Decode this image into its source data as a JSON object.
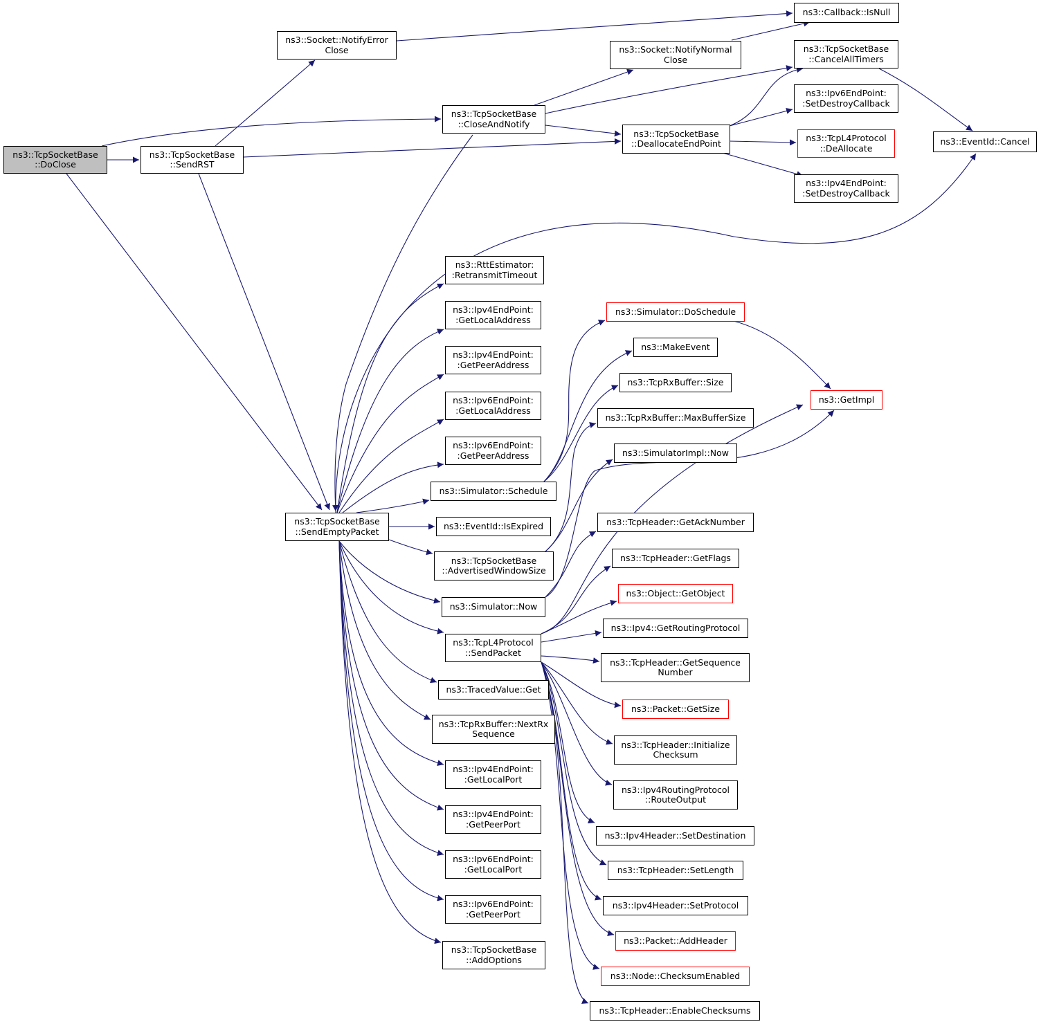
{
  "colors": {
    "edge": "#191970",
    "border": "#000000",
    "incomplete_border": "#ff0000",
    "root_fill": "#bfbfbf"
  },
  "nodes": [
    {
      "id": "doclose",
      "lines": [
        "ns3::TcpSocketBase",
        "::DoClose"
      ]
    },
    {
      "id": "sendrst",
      "lines": [
        "ns3::TcpSocketBase",
        "::SendRST"
      ]
    },
    {
      "id": "notifyerrorclose",
      "lines": [
        "ns3::Socket::NotifyError",
        "Close"
      ]
    },
    {
      "id": "isnull",
      "lines": [
        "ns3::Callback::IsNull"
      ]
    },
    {
      "id": "notifynormalclose",
      "lines": [
        "ns3::Socket::NotifyNormal",
        "Close"
      ]
    },
    {
      "id": "closeandnotify",
      "lines": [
        "ns3::TcpSocketBase",
        "::CloseAndNotify"
      ]
    },
    {
      "id": "cancelalltimers",
      "lines": [
        "ns3::TcpSocketBase",
        "::CancelAllTimers"
      ]
    },
    {
      "id": "ipv6setdestroy",
      "lines": [
        "ns3::Ipv6EndPoint:",
        ":SetDestroyCallback"
      ]
    },
    {
      "id": "deallocateendpoint",
      "lines": [
        "ns3::TcpSocketBase",
        "::DeallocateEndPoint"
      ]
    },
    {
      "id": "tcpl4deallocate",
      "lines": [
        "ns3::TcpL4Protocol",
        "::DeAllocate"
      ]
    },
    {
      "id": "eventidcancel",
      "lines": [
        "ns3::EventId::Cancel"
      ]
    },
    {
      "id": "ipv4setdestroy",
      "lines": [
        "ns3::Ipv4EndPoint:",
        ":SetDestroyCallback"
      ]
    },
    {
      "id": "retransmittimeout",
      "lines": [
        "ns3::RttEstimator:",
        ":RetransmitTimeout"
      ]
    },
    {
      "id": "ipv4getlocaladdress",
      "lines": [
        "ns3::Ipv4EndPoint:",
        ":GetLocalAddress"
      ]
    },
    {
      "id": "ipv4getpeeraddress",
      "lines": [
        "ns3::Ipv4EndPoint:",
        ":GetPeerAddress"
      ]
    },
    {
      "id": "ipv6getlocaladdress",
      "lines": [
        "ns3::Ipv6EndPoint:",
        ":GetLocalAddress"
      ]
    },
    {
      "id": "ipv6getpeeraddress",
      "lines": [
        "ns3::Ipv6EndPoint:",
        ":GetPeerAddress"
      ]
    },
    {
      "id": "simulatorschedule",
      "lines": [
        "ns3::Simulator::Schedule"
      ]
    },
    {
      "id": "sendemptypacket",
      "lines": [
        "ns3::TcpSocketBase",
        "::SendEmptyPacket"
      ]
    },
    {
      "id": "eventidisexpired",
      "lines": [
        "ns3::EventId::IsExpired"
      ]
    },
    {
      "id": "advertisedwindowsize",
      "lines": [
        "ns3::TcpSocketBase",
        "::AdvertisedWindowSize"
      ]
    },
    {
      "id": "simulatornow",
      "lines": [
        "ns3::Simulator::Now"
      ]
    },
    {
      "id": "tcpl4sendpacket",
      "lines": [
        "ns3::TcpL4Protocol",
        "::SendPacket"
      ]
    },
    {
      "id": "tracedvalueget",
      "lines": [
        "ns3::TracedValue::Get"
      ]
    },
    {
      "id": "nextrxsequence",
      "lines": [
        "ns3::TcpRxBuffer::NextRx",
        "Sequence"
      ]
    },
    {
      "id": "ipv4getlocalport",
      "lines": [
        "ns3::Ipv4EndPoint:",
        ":GetLocalPort"
      ]
    },
    {
      "id": "ipv4getpeerport",
      "lines": [
        "ns3::Ipv4EndPoint:",
        ":GetPeerPort"
      ]
    },
    {
      "id": "ipv6getlocalport",
      "lines": [
        "ns3::Ipv6EndPoint:",
        ":GetLocalPort"
      ]
    },
    {
      "id": "ipv6getpeerport",
      "lines": [
        "ns3::Ipv6EndPoint:",
        ":GetPeerPort"
      ]
    },
    {
      "id": "addoptions",
      "lines": [
        "ns3::TcpSocketBase",
        "::AddOptions"
      ]
    },
    {
      "id": "doschedule",
      "lines": [
        "ns3::Simulator::DoSchedule"
      ]
    },
    {
      "id": "makeevent",
      "lines": [
        "ns3::MakeEvent"
      ]
    },
    {
      "id": "rxbuffersize",
      "lines": [
        "ns3::TcpRxBuffer::Size"
      ]
    },
    {
      "id": "maxbuffersize",
      "lines": [
        "ns3::TcpRxBuffer::MaxBufferSize"
      ]
    },
    {
      "id": "simulatorimplnow",
      "lines": [
        "ns3::SimulatorImpl::Now"
      ]
    },
    {
      "id": "getimpl",
      "lines": [
        "ns3::GetImpl"
      ]
    },
    {
      "id": "getacknumber",
      "lines": [
        "ns3::TcpHeader::GetAckNumber"
      ]
    },
    {
      "id": "getflags",
      "lines": [
        "ns3::TcpHeader::GetFlags"
      ]
    },
    {
      "id": "getobject",
      "lines": [
        "ns3::Object::GetObject"
      ]
    },
    {
      "id": "getroutingprotocol",
      "lines": [
        "ns3::Ipv4::GetRoutingProtocol"
      ]
    },
    {
      "id": "getsequencenumber",
      "lines": [
        "ns3::TcpHeader::GetSequence",
        "Number"
      ]
    },
    {
      "id": "packetgetsize",
      "lines": [
        "ns3::Packet::GetSize"
      ]
    },
    {
      "id": "initializechecksum",
      "lines": [
        "ns3::TcpHeader::Initialize",
        "Checksum"
      ]
    },
    {
      "id": "routeoutput",
      "lines": [
        "ns3::Ipv4RoutingProtocol",
        "::RouteOutput"
      ]
    },
    {
      "id": "setdestination",
      "lines": [
        "ns3::Ipv4Header::SetDestination"
      ]
    },
    {
      "id": "setlength",
      "lines": [
        "ns3::TcpHeader::SetLength"
      ]
    },
    {
      "id": "setprotocol",
      "lines": [
        "ns3::Ipv4Header::SetProtocol"
      ]
    },
    {
      "id": "addheader",
      "lines": [
        "ns3::Packet::AddHeader"
      ]
    },
    {
      "id": "checksumenabled",
      "lines": [
        "ns3::Node::ChecksumEnabled"
      ]
    },
    {
      "id": "enablechecksums",
      "lines": [
        "ns3::TcpHeader::EnableChecksums"
      ]
    }
  ]
}
